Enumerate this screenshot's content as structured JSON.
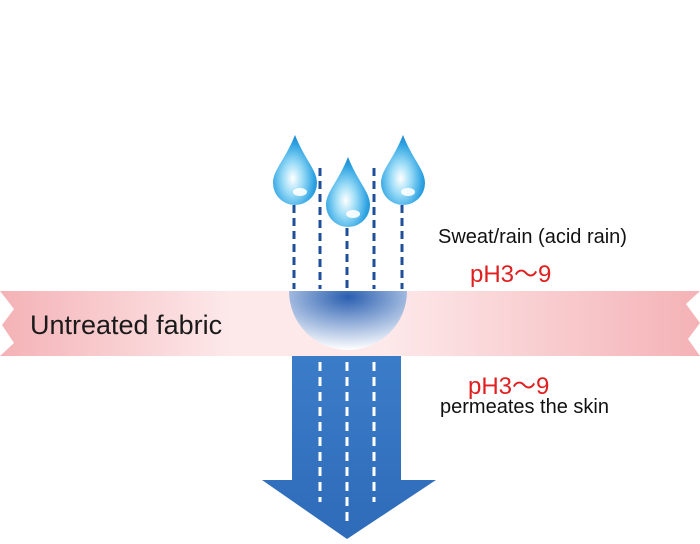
{
  "diagram": {
    "fabric_label": "Untreated fabric",
    "input_label": "Sweat/rain (acid rain)",
    "input_ph": "pH3～9",
    "output_ph": "pH3～9",
    "output_label": "permeates the skin",
    "colors": {
      "fabric": "#f4b4b8",
      "droplet": "#2d9fe0",
      "arrow": "#2f6fbe",
      "dashes_top": "#1f4f9a",
      "accent_text": "#e02020"
    },
    "icons": [
      "water-drop-icon",
      "down-arrow-icon"
    ]
  }
}
